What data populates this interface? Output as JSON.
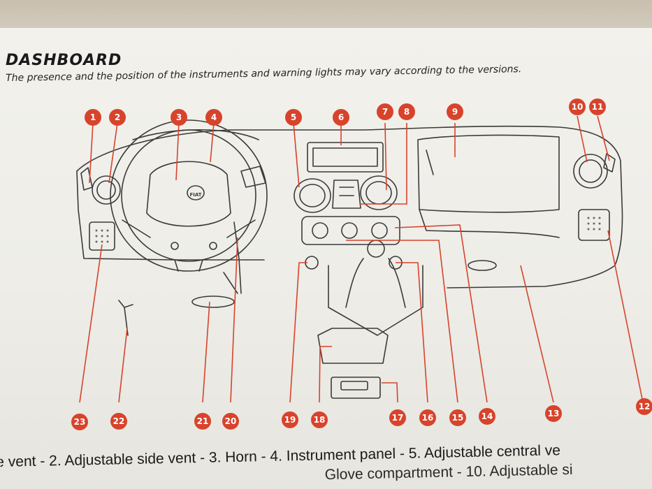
{
  "section_title": "DASHBOARD",
  "subtitle": "The presence and the position of the instruments and warning lights may vary according to the versions.",
  "vehicle_logo": "FIAT",
  "callouts": [
    "1",
    "2",
    "3",
    "4",
    "5",
    "6",
    "7",
    "8",
    "9",
    "10",
    "11",
    "12",
    "13",
    "14",
    "15",
    "16",
    "17",
    "18",
    "19",
    "20",
    "21",
    "22",
    "23"
  ],
  "caption_line1": "e vent - 2. Adjustable side vent - 3. Horn - 4. Instrument panel - 5. Adjustable central ve",
  "caption_line2": "Glove compartment - 10. Adjustable si",
  "colors": {
    "callout": "#d8432b",
    "line_art": "#3a3a3a",
    "page": "#f0efea"
  }
}
